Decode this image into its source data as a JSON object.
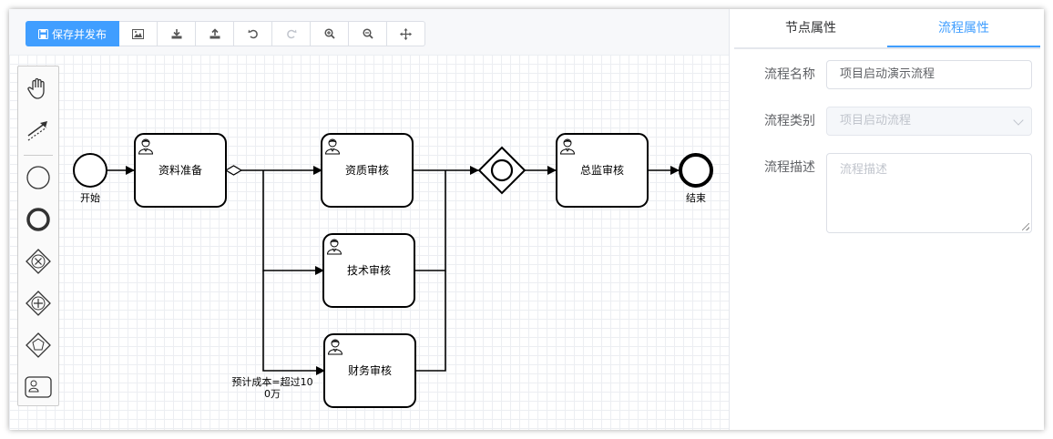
{
  "toolbar": {
    "save_label": "保存并发布",
    "buttons": [
      "image-icon",
      "download-icon",
      "upload-icon",
      "undo-icon",
      "redo-icon",
      "zoom-in-icon",
      "zoom-out-icon",
      "fit-view-icon"
    ]
  },
  "palette": [
    "hand-tool-icon",
    "connect-tool-icon",
    "start-event-icon",
    "end-event-icon",
    "exclusive-gateway-icon",
    "parallel-gateway-icon",
    "inclusive-gateway-icon",
    "user-task-icon"
  ],
  "diagram": {
    "start_label": "开始",
    "end_label": "结束",
    "tasks": {
      "prepare": "资料准备",
      "qualification": "资质审核",
      "technical": "技术审核",
      "finance": "财务审核",
      "director": "总监审核"
    },
    "condition_line1": "预计成本=超过10",
    "condition_line2": "0万"
  },
  "panel": {
    "tabs": [
      {
        "label": "节点属性",
        "active": false
      },
      {
        "label": "流程属性",
        "active": true
      }
    ],
    "fields": {
      "name_label": "流程名称",
      "name_value": "项目启动演示流程",
      "category_label": "流程类别",
      "category_value": "项目启动流程",
      "desc_label": "流程描述",
      "desc_placeholder": "流程描述"
    }
  },
  "colors": {
    "accent": "#409eff"
  }
}
